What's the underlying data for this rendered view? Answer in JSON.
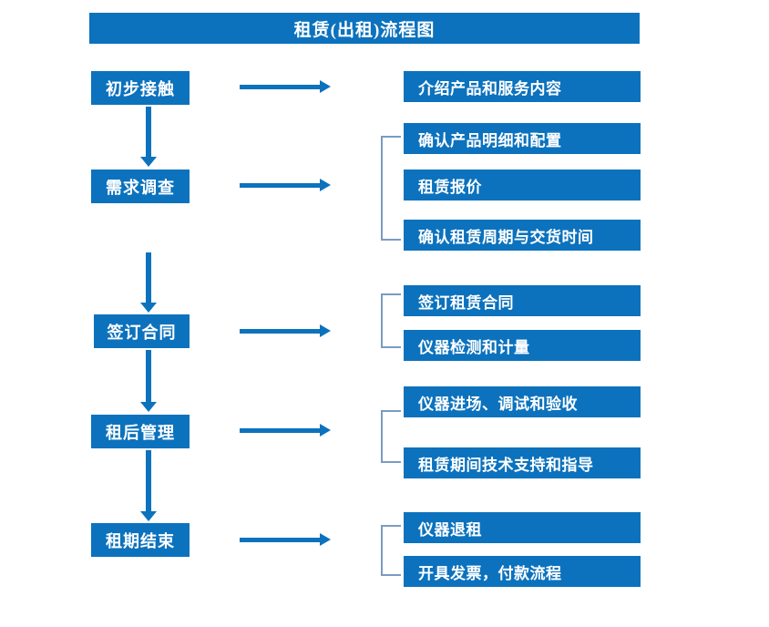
{
  "diagram": {
    "title": "租赁(出租)流程图",
    "colors": {
      "box_blue": "#0c72bd",
      "bracket_blue": "#7a9cc0",
      "text_white": "#ffffff",
      "background": "#ffffff"
    },
    "stages": [
      {
        "label": "初步接触"
      },
      {
        "label": "需求调查"
      },
      {
        "label": "签订合同"
      },
      {
        "label": "租后管理"
      },
      {
        "label": "租期结束"
      }
    ],
    "detail_groups": [
      {
        "stage": "初步接触",
        "bracketed": false,
        "items": [
          {
            "label": "介绍产品和服务内容"
          }
        ]
      },
      {
        "stage": "需求调查",
        "bracketed": true,
        "items": [
          {
            "label": "确认产品明细和配置"
          },
          {
            "label": "租赁报价"
          },
          {
            "label": "确认租赁周期与交货时间"
          }
        ]
      },
      {
        "stage": "签订合同",
        "bracketed": true,
        "items": [
          {
            "label": "签订租赁合同"
          },
          {
            "label": "仪器检测和计量"
          }
        ]
      },
      {
        "stage": "租后管理",
        "bracketed": true,
        "items": [
          {
            "label": "仪器进场、调试和验收"
          },
          {
            "label": "租赁期间技术支持和指导"
          }
        ]
      },
      {
        "stage": "租期结束",
        "bracketed": true,
        "items": [
          {
            "label": "仪器退租"
          },
          {
            "label": "开具发票，付款流程"
          }
        ]
      }
    ]
  }
}
